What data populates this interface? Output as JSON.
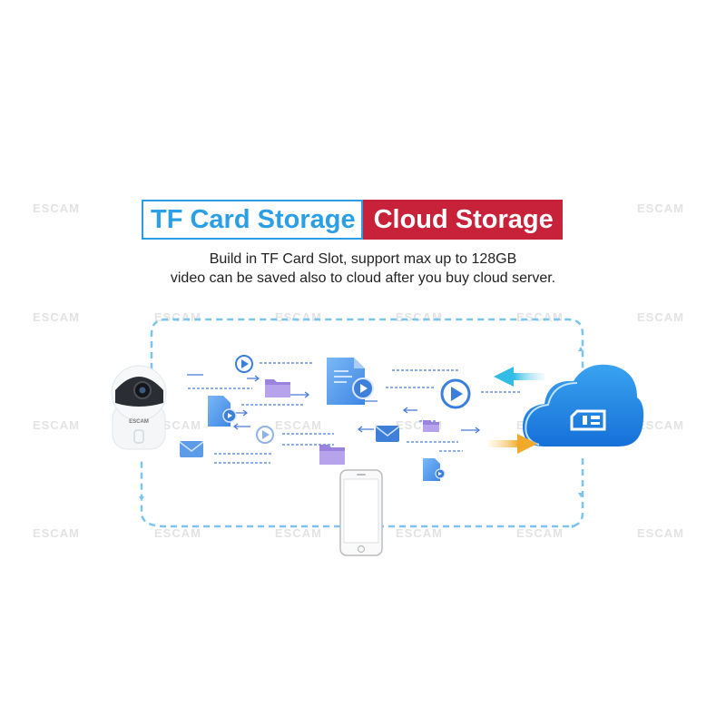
{
  "header": {
    "title_tf": "TF Card Storage",
    "title_cloud": "Cloud Storage",
    "subtitle_line1": "Build in TF Card Slot, support max up to 128GB",
    "subtitle_line2": "video can be saved also to cloud after you buy cloud server."
  },
  "watermark": {
    "text": "ESCAM"
  },
  "camera": {
    "brand": "ESCAM"
  },
  "colors": {
    "tf_blue": "#2b9fe6",
    "cloud_red": "#c8213a",
    "cloud_blue": "#1e86e6",
    "dash_blue": "#7cc4ef",
    "arrow_cyan": "#4ac7e8",
    "arrow_orange": "#f0b033",
    "file_blue": "#5aa3ee",
    "folder_purple": "#8e6fd8"
  },
  "icons": [
    "camera-icon",
    "cloud-icon",
    "sd-card-icon",
    "smartphone-icon",
    "video-file-icon",
    "play-icon",
    "folder-icon",
    "mail-icon",
    "arrow-icon"
  ]
}
